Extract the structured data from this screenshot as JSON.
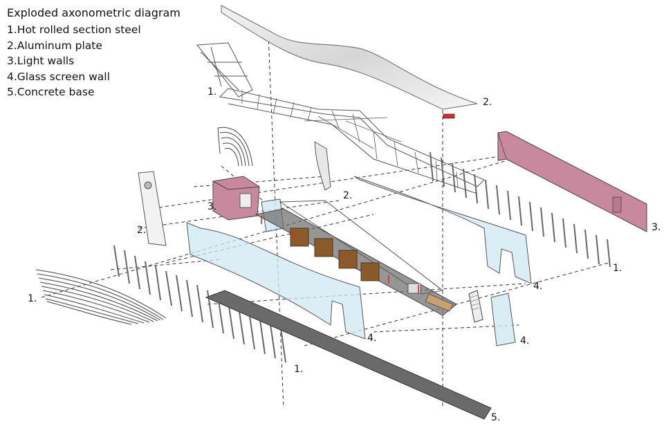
{
  "legend": {
    "title": "Exploded axonometric diagram",
    "items": [
      "1.Hot rolled section steel",
      "2.Aluminum plate",
      "3.Light walls",
      "4.Glass screen wall",
      "5.Concrete base"
    ]
  },
  "callouts": {
    "steel_top": "1.",
    "steel_left": "1.",
    "steel_front": "1.",
    "steel_right": "1.",
    "alu_top": "2.",
    "alu_left": "2.",
    "alu_mid": "2.",
    "wall_left": "3.",
    "wall_right": "3.",
    "glass_front": "4.",
    "glass_back": "4.",
    "glass_small": "4.",
    "base": "5."
  },
  "colors": {
    "line": "#333333",
    "roof": "#e6e6e6",
    "glass": "#cfe8f3",
    "wall": "#c8899e",
    "base": "#6a6a6a",
    "wood": "#8b5a2b",
    "accent_red": "#d62b2b"
  }
}
